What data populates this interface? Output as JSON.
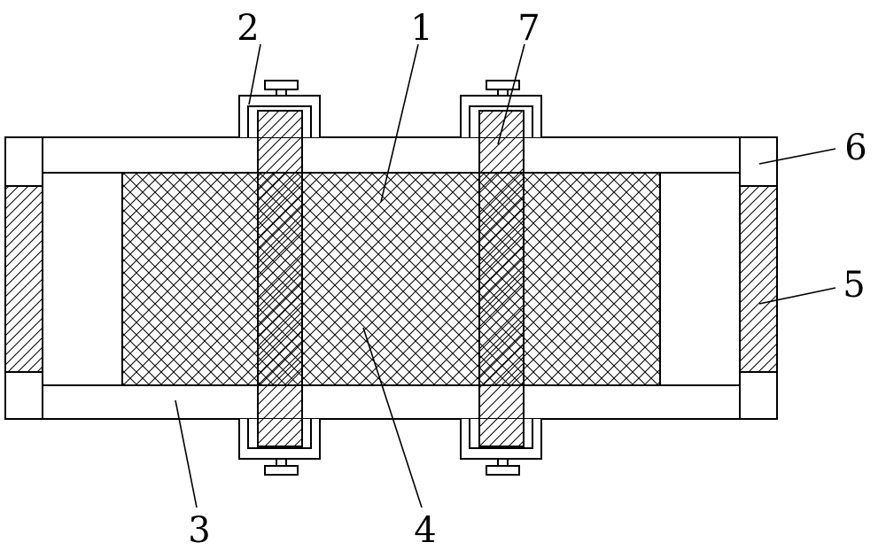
{
  "figure": {
    "labels": {
      "1": "1",
      "2": "2",
      "3": "3",
      "4": "4",
      "5": "5",
      "6": "6",
      "7": "7"
    }
  }
}
